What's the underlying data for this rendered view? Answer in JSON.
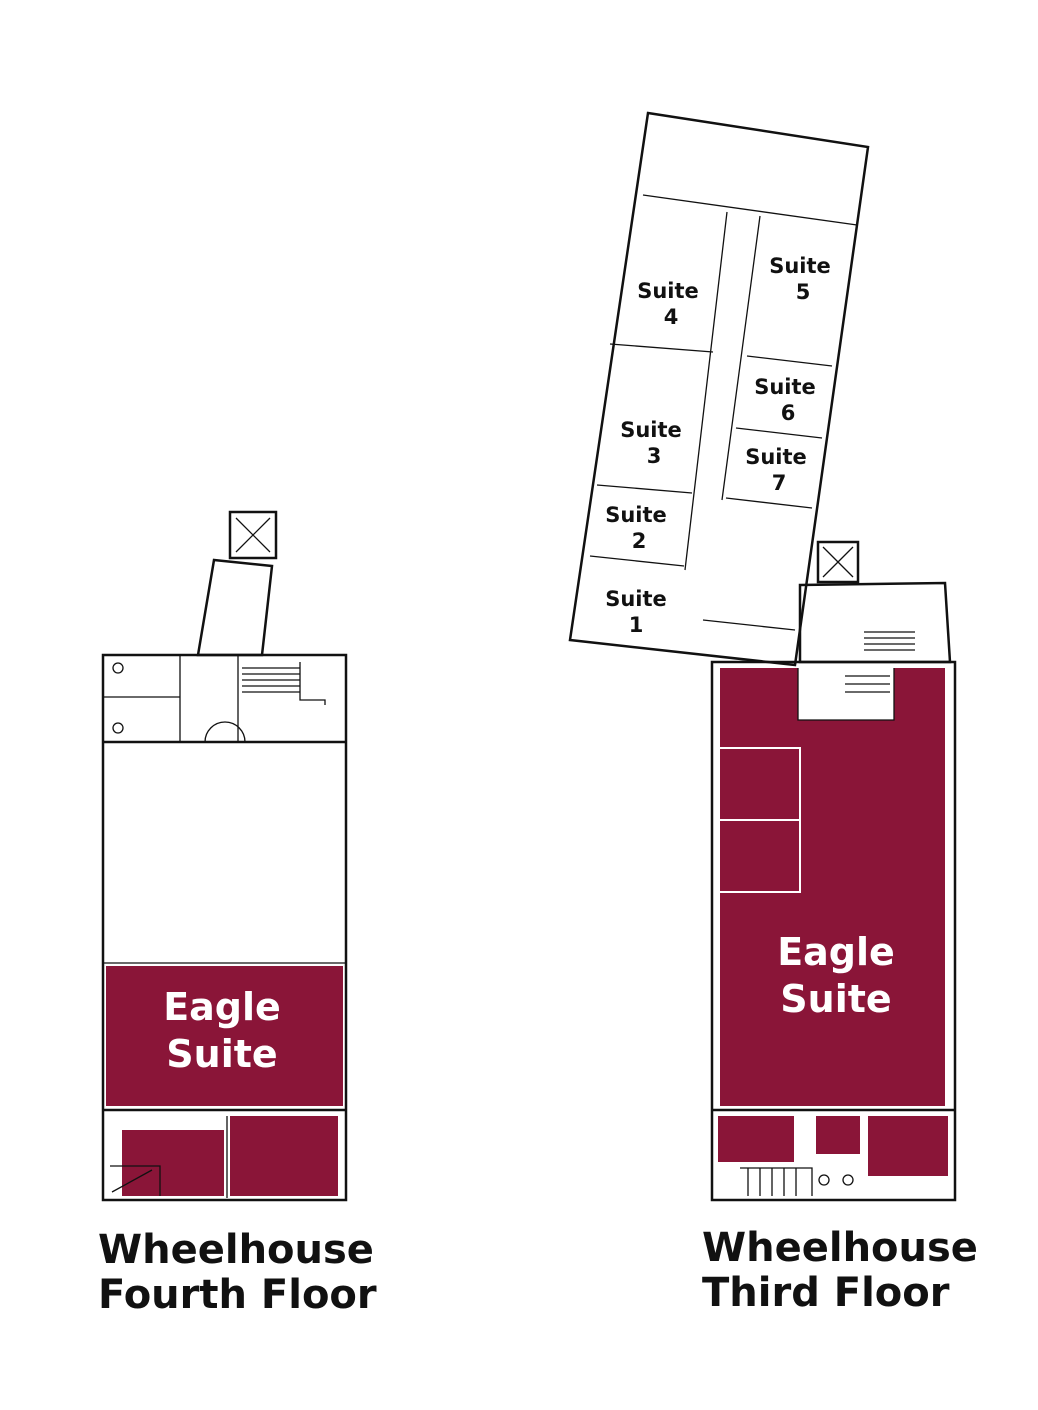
{
  "colors": {
    "accent": "#8a1538",
    "wall": "#111111",
    "background": "#ffffff",
    "eagle_text": "#ffffff"
  },
  "fourth_floor": {
    "title_line1": "Wheelhouse",
    "title_line2": "Fourth Floor",
    "eagle_line1": "Eagle",
    "eagle_line2": "Suite"
  },
  "third_floor": {
    "title_line1": "Wheelhouse",
    "title_line2": "Third Floor",
    "eagle_line1": "Eagle",
    "eagle_line2": "Suite",
    "suites": [
      {
        "line1": "Suite",
        "line2": "1"
      },
      {
        "line1": "Suite",
        "line2": "2"
      },
      {
        "line1": "Suite",
        "line2": "3"
      },
      {
        "line1": "Suite",
        "line2": "4"
      },
      {
        "line1": "Suite",
        "line2": "5"
      },
      {
        "line1": "Suite",
        "line2": "6"
      },
      {
        "line1": "Suite",
        "line2": "7"
      }
    ]
  }
}
